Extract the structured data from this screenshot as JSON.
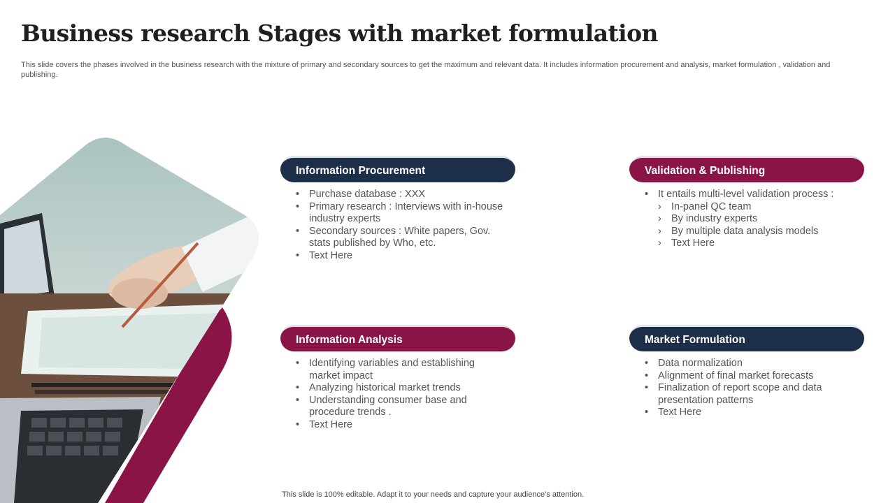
{
  "title": "Business research Stages with market formulation",
  "subtitle": "This slide covers the phases involved in the business research with the mixture of primary and secondary sources to get the maximum and relevant data. It includes information procurement and analysis, market formulation , validation and publishing.",
  "colors": {
    "navy": "#1c2e48",
    "crimson": "#8b1446"
  },
  "photo_icon": "laptop-desk-photo",
  "cards": [
    {
      "heading": "Information Procurement",
      "bullets": [
        "Purchase database : XXX",
        "Primary research : Interviews with  in-house industry experts",
        "Secondary sources : White papers, Gov. stats published  by Who, etc.",
        "Text Here"
      ]
    },
    {
      "heading": "Validation & Publishing",
      "bullets": [
        "It entails multi-level validation process :",
        "In-panel QC  team",
        "By industry experts",
        "By multiple data analysis models",
        "Text Here"
      ]
    },
    {
      "heading": "Information Analysis",
      "bullets": [
        "Identifying variables and establishing market impact",
        "Analyzing historical market trends",
        "Understanding consumer base and procedure trends .",
        "Text Here"
      ]
    },
    {
      "heading": "Market Formulation",
      "bullets": [
        "Data normalization",
        "Alignment of final market forecasts",
        "Finalization of report scope and data presentation patterns",
        "Text Here"
      ]
    }
  ],
  "footer": "This slide is 100% editable. Adapt it to your needs and capture your audience’s attention."
}
